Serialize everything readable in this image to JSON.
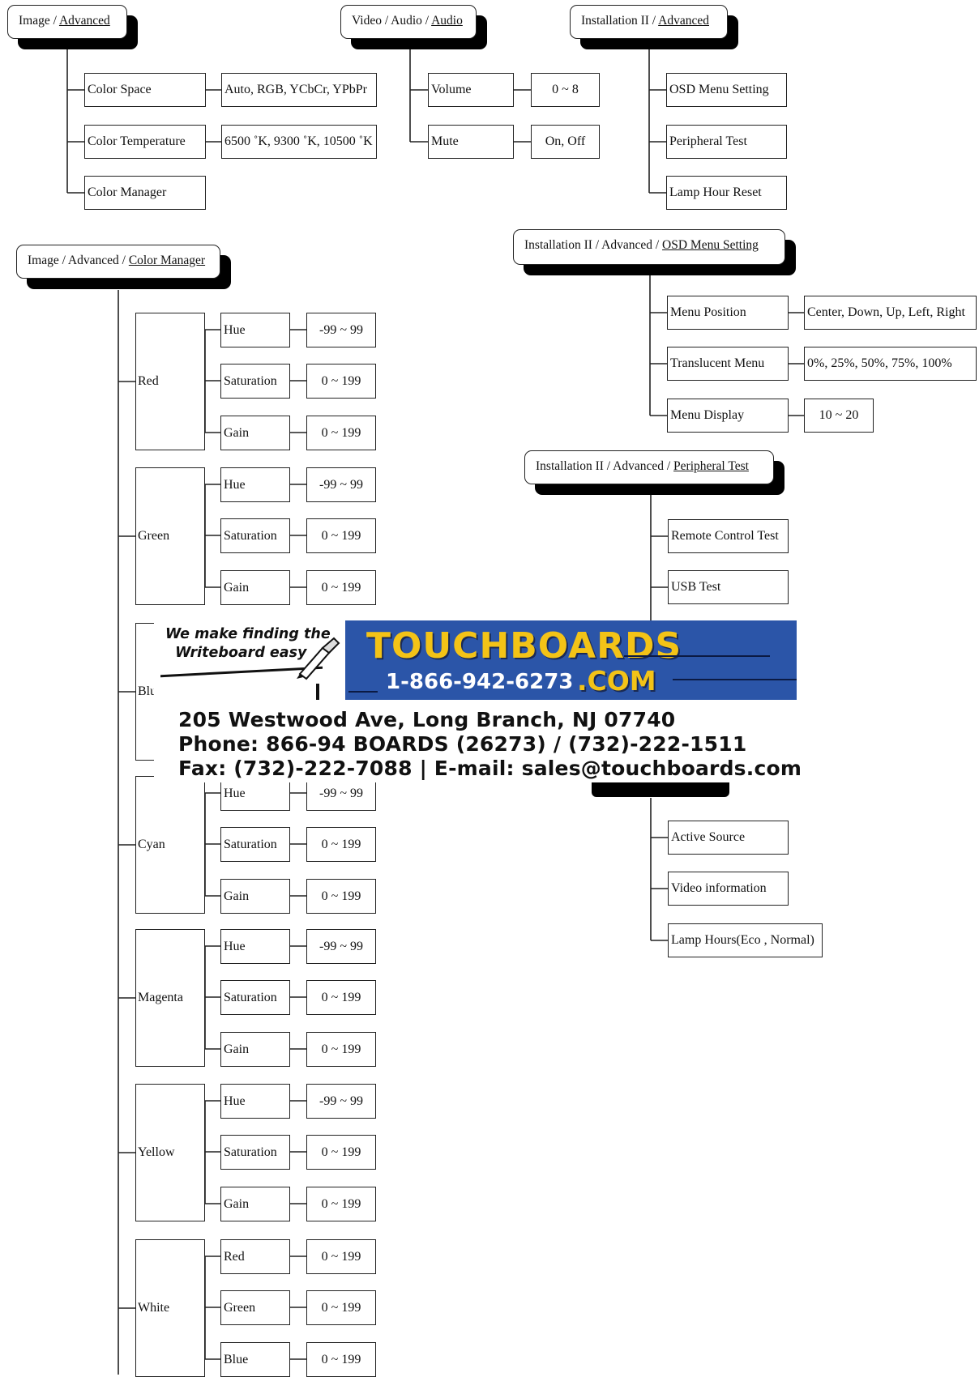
{
  "headers": {
    "image_advanced": {
      "prefix": "Image / ",
      "link": "Advanced"
    },
    "video_audio": {
      "prefix": "Video / Audio / ",
      "link": "Audio"
    },
    "install_advanced": {
      "prefix": "Installation II / ",
      "link": "Advanced"
    },
    "color_manager": {
      "prefix": "Image / Advanced / ",
      "link": "Color Manager"
    },
    "osd_menu": {
      "prefix": "Installation II / Advanced / ",
      "link": "OSD Menu Setting"
    },
    "peripheral": {
      "prefix": "Installation II / Advanced / ",
      "link": "Peripheral Test"
    }
  },
  "image_advanced": {
    "items": [
      "Color Space",
      "Color Temperature",
      "Color Manager"
    ],
    "values": [
      "Auto, RGB, YCbCr, YPbPr",
      "6500 ˚K, 9300 ˚K, 10500 ˚K"
    ]
  },
  "video_audio": {
    "items": [
      "Volume",
      "Mute"
    ],
    "values": [
      "0 ~ 8",
      "On, Off"
    ]
  },
  "install_advanced": {
    "items": [
      "OSD Menu Setting",
      "Peripheral Test",
      "Lamp Hour Reset"
    ]
  },
  "osd_menu": {
    "items": [
      "Menu Position",
      "Translucent Menu",
      "Menu Display"
    ],
    "values": [
      "Center, Down, Up, Left, Right",
      "0%, 25%, 50%, 75%, 100%",
      "10 ~ 20"
    ]
  },
  "peripheral": {
    "items": [
      "Remote Control Test",
      "USB Test"
    ]
  },
  "info": {
    "items": [
      "Active Source",
      "Video information",
      "Lamp Hours(Eco , Normal)"
    ]
  },
  "color_manager": {
    "groups": [
      {
        "label": "Red",
        "items": [
          "Hue",
          "Saturation",
          "Gain"
        ],
        "values": [
          "-99 ~ 99",
          "0 ~ 199",
          "0 ~ 199"
        ]
      },
      {
        "label": "Green",
        "items": [
          "Hue",
          "Saturation",
          "Gain"
        ],
        "values": [
          "-99 ~ 99",
          "0 ~ 199",
          "0 ~ 199"
        ]
      },
      {
        "label": "Blu",
        "items": [],
        "values": []
      },
      {
        "label": "Cyan",
        "items": [
          "Hue",
          "Saturation",
          "Gain"
        ],
        "values": [
          "-99 ~ 99",
          "0 ~ 199",
          "0 ~ 199"
        ]
      },
      {
        "label": "Magenta",
        "items": [
          "Hue",
          "Saturation",
          "Gain"
        ],
        "values": [
          "-99 ~ 99",
          "0 ~ 199",
          "0 ~ 199"
        ]
      },
      {
        "label": "Yellow",
        "items": [
          "Hue",
          "Saturation",
          "Gain"
        ],
        "values": [
          "-99 ~ 99",
          "0 ~ 199",
          "0 ~ 199"
        ]
      },
      {
        "label": "White",
        "items": [
          "Red",
          "Green",
          "Blue"
        ],
        "values": [
          "0 ~ 199",
          "0 ~ 199",
          "0 ~ 199"
        ]
      }
    ]
  },
  "ad": {
    "slogan": "We make finding the\n  Writeboard easy",
    "brand": "TOUCHBOARDS",
    "phone_number": "1-866-942-6273",
    "domain": ".COM",
    "address": "205 Westwood Ave, Long Branch, NJ 07740",
    "phone": "Phone: 866-94 BOARDS (26273) / (732)-222-1511",
    "fax": "Fax: (732)-222-7088 | E-mail: sales@touchboards.com",
    "colors": {
      "banner": "#2b55a8",
      "brand": "#f3c317"
    }
  }
}
